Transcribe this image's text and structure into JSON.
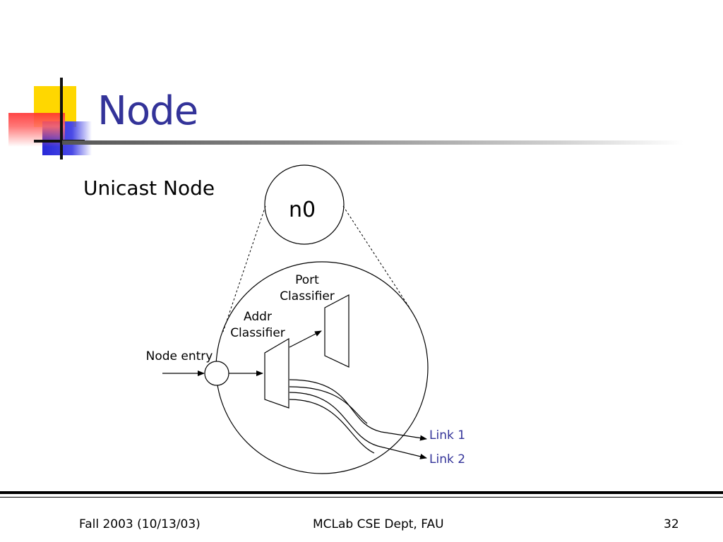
{
  "slide": {
    "title": "Node",
    "subtitle": "Unicast Node"
  },
  "diagram": {
    "node_label": "n0",
    "port_classifier_line1": "Port",
    "port_classifier_line2": "Classifier",
    "addr_classifier_line1": "Addr",
    "addr_classifier_line2": "Classifier",
    "node_entry": "Node entry",
    "link1": "Link 1",
    "link2": "Link 2"
  },
  "footer": {
    "left": "Fall 2003 (10/13/03)",
    "center": "MCLab CSE Dept, FAU",
    "right": "32"
  },
  "colors": {
    "title": "#333399",
    "link_labels": "#333399",
    "accent_yellow": "#ffd700",
    "accent_blue": "#2828d8",
    "accent_red": "#ff3030"
  }
}
